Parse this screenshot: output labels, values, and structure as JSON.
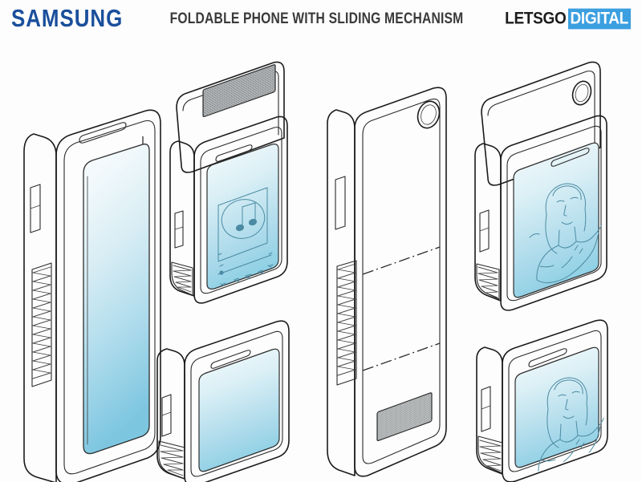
{
  "header": {
    "brand_logo": "SAMSUNG",
    "title": "FOLDABLE PHONE WITH SLIDING MECHANISM",
    "source_logo_left": "LETSGO",
    "source_logo_right": "DIGITAL"
  },
  "colors": {
    "samsung_blue": "#1a4f9c",
    "letsgo_black": "#1c1c1c",
    "digital_blue": "#3b9fe0",
    "title_gray": "#3a3a3a",
    "page_background": "#fdfdfd",
    "line_ink": "#1b1b1b",
    "screen_gradient_top": "#fbfdfe",
    "screen_gradient_bottom": "#7dc6e0",
    "back_panel_gray": "#d4d6d7",
    "screen_ui_stroke": "#4b8ba3"
  },
  "figures": [
    {
      "id": "fig-1",
      "name": "unfolded-front-view",
      "caption": "Fully unfolded phone, front three-quarter view with blank gradient display",
      "column": 1,
      "screen_content": "blank-gradient",
      "features": [
        "earpiece-speaker-slot",
        "side-volume-button",
        "accordion-hinge-strip",
        "rounded-corners"
      ]
    },
    {
      "id": "fig-2",
      "name": "sliding-open-music-player",
      "caption": "Sliding mechanism partly extended, display showing music player app",
      "column": 2,
      "screen_content": "music-player",
      "features": [
        "speaker-grille",
        "earpiece-speaker-slot",
        "side-volume-button",
        "accordion-hinge-strip",
        "music-note-icon",
        "progress-bar",
        "transport-controls"
      ]
    },
    {
      "id": "fig-3",
      "name": "folded-compact-front-view",
      "caption": "Folded compact configuration, front three-quarter view with blank display",
      "column": 2,
      "screen_content": "blank-gradient",
      "features": [
        "earpiece-speaker-slot",
        "side-volume-button",
        "accordion-hinge-strip"
      ]
    },
    {
      "id": "fig-4",
      "name": "unfolded-rear-view",
      "caption": "Fully unfolded phone, rear three-quarter view with camera and fold lines",
      "column": 3,
      "screen_content": "rear-panel",
      "features": [
        "rear-camera-lens",
        "side-volume-button",
        "accordion-hinge-strip",
        "bottom-speaker-grille",
        "fold-line-upper",
        "fold-line-lower"
      ]
    },
    {
      "id": "fig-5",
      "name": "sliding-open-photo-portrait",
      "caption": "Sliding mechanism extended, rear panel lifted, display showing portrait photo",
      "column": 4,
      "screen_content": "portrait-photo",
      "features": [
        "rear-camera-lens",
        "earpiece-speaker-slot",
        "side-volume-button",
        "accordion-hinge-strip"
      ]
    },
    {
      "id": "fig-6",
      "name": "folded-compact-photo-portrait",
      "caption": "Folded compact configuration, display showing portrait photo",
      "column": 4,
      "screen_content": "portrait-photo",
      "features": [
        "earpiece-speaker-slot",
        "side-volume-button",
        "accordion-hinge-strip"
      ]
    }
  ],
  "screen_ui": {
    "music_player": {
      "icon": "music-note-icon",
      "art_frame": "album-art-square",
      "progress_bar": "playback-progress-bar",
      "controls": [
        "shuffle-icon",
        "previous-icon",
        "play-icon",
        "next-icon",
        "repeat-icon"
      ]
    },
    "portrait_photo": {
      "subject": "woman-portrait-line-art"
    }
  }
}
